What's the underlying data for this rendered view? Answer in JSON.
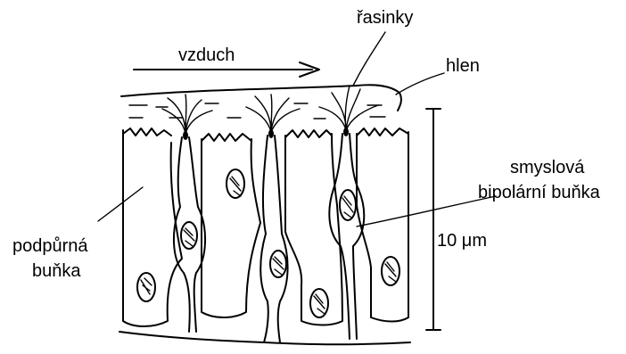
{
  "labels": {
    "air": "vzduch",
    "cilia": "řasinky",
    "mucus": "hlen",
    "support_cell_line1": "podpůrná",
    "support_cell_line2": "buňka",
    "sensory_line1": "smyslová",
    "sensory_line2": "bipolární buňka",
    "scale": "10 μm"
  }
}
